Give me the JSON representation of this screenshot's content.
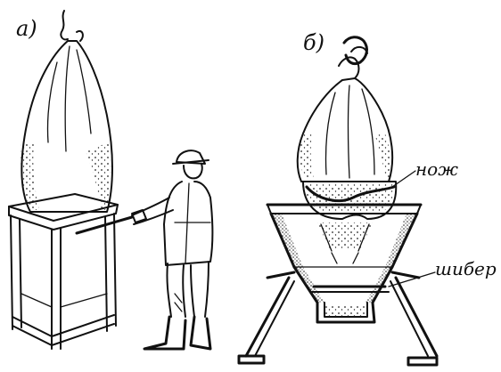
{
  "panels": [
    {
      "id": "a",
      "label": "а)"
    },
    {
      "id": "b",
      "label": "б)"
    }
  ],
  "callouts": {
    "knife": "нож",
    "gate": "шибер"
  }
}
